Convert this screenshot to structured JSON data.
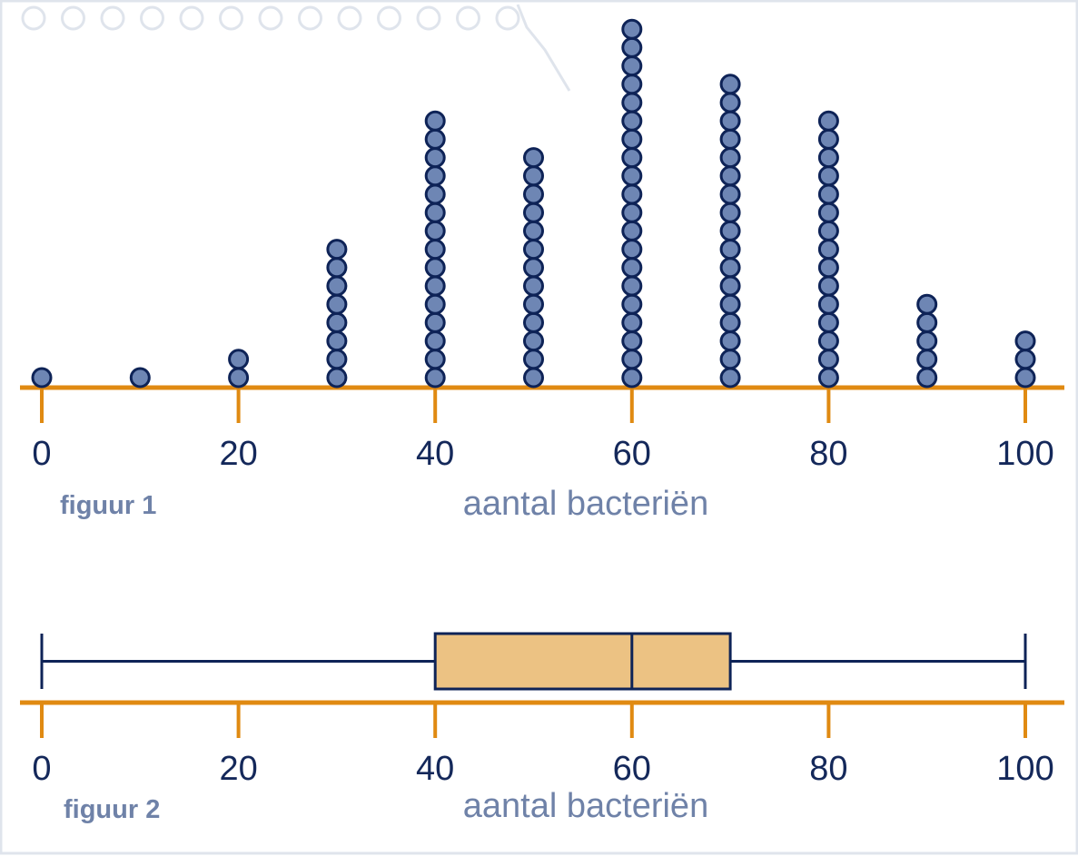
{
  "colors": {
    "axis": "#e08a12",
    "dot_fill": "#6e86b4",
    "dot_stroke": "#0e2357",
    "box_fill": "#ecc283",
    "box_stroke": "#0e2357",
    "label_primary": "#14285a",
    "label_muted": "#6f82a8",
    "frame": "#dfe4ec"
  },
  "chart_data": [
    {
      "type": "dotplot",
      "figure_label": "figuur 1",
      "xlabel": "aantal bacteriën",
      "xlim": [
        0,
        100
      ],
      "ticks": [
        0,
        20,
        40,
        60,
        80,
        100
      ],
      "x": [
        0,
        10,
        20,
        30,
        40,
        50,
        60,
        70,
        80,
        90,
        100
      ],
      "counts": [
        1,
        1,
        2,
        8,
        15,
        13,
        20,
        17,
        15,
        5,
        3
      ]
    },
    {
      "type": "boxplot",
      "figure_label": "figuur 2",
      "xlabel": "aantal bacteriën",
      "xlim": [
        0,
        100
      ],
      "ticks": [
        0,
        20,
        40,
        60,
        80,
        100
      ],
      "min": 0,
      "q1": 40,
      "median": 60,
      "q3": 70,
      "max": 100
    }
  ]
}
